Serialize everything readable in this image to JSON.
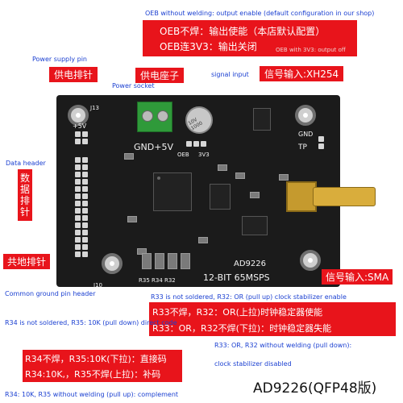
{
  "top_note": "OEB without welding: output enable (default configuration in our shop)",
  "oeb_box": {
    "line1": "OEB不焊：输出使能（本店默认配置）",
    "line2": "OEB连3V3：输出关闭",
    "sub": "OEB with 3V3: output off"
  },
  "power_pin": {
    "en": "Power supply pin",
    "cn": "供电排针"
  },
  "power_socket": {
    "cn": "供电座子",
    "en": "Power socket"
  },
  "signal_xh": {
    "en": "signal input",
    "cn": "信号输入:XH254"
  },
  "data_header": {
    "en": "Data header",
    "cn": "数据排针"
  },
  "ground_header": {
    "cn": "共地排针",
    "en": "Common ground pin header"
  },
  "signal_sma": {
    "cn": "信号输入:SMA"
  },
  "r33_note": {
    "en_top": "R33 is not soldered, R32: OR (pull up) clock stabilizer enable",
    "line1": "R33不焊，R32：OR(上拉)时钟稳定器使能",
    "line2": "R33：OR，R32不焊(下拉)：时钟稳定器失能",
    "en_mid": "R33: OR, R32 without welding (pull down):",
    "en_bot": "clock stabilizer disabled"
  },
  "r34_note": {
    "en_top": "R34 is not soldered, R35: 10K (pull down) direct code",
    "line1": "R34不焊，R35:10K(下拉)：直接码",
    "line2": "R34:10K,，R35不焊(上拉)：补码",
    "en_bot": "R34: 10K, R35 without welding (pull up): complement"
  },
  "model": "AD9226(QFP48版)",
  "pcb": {
    "chip_name": "AD9226",
    "chip_desc": "12-BIT 65MSPS",
    "gnd_label": "GND+5V",
    "gnd_tp": "GND",
    "tp": "TP",
    "plus5v": "+5V",
    "oeb": "OEB",
    "v33": "3V3",
    "j13": "J13",
    "j10": "J10",
    "r35r34r32": "R35 R34 R32",
    "cap_text": "10V 1000"
  }
}
